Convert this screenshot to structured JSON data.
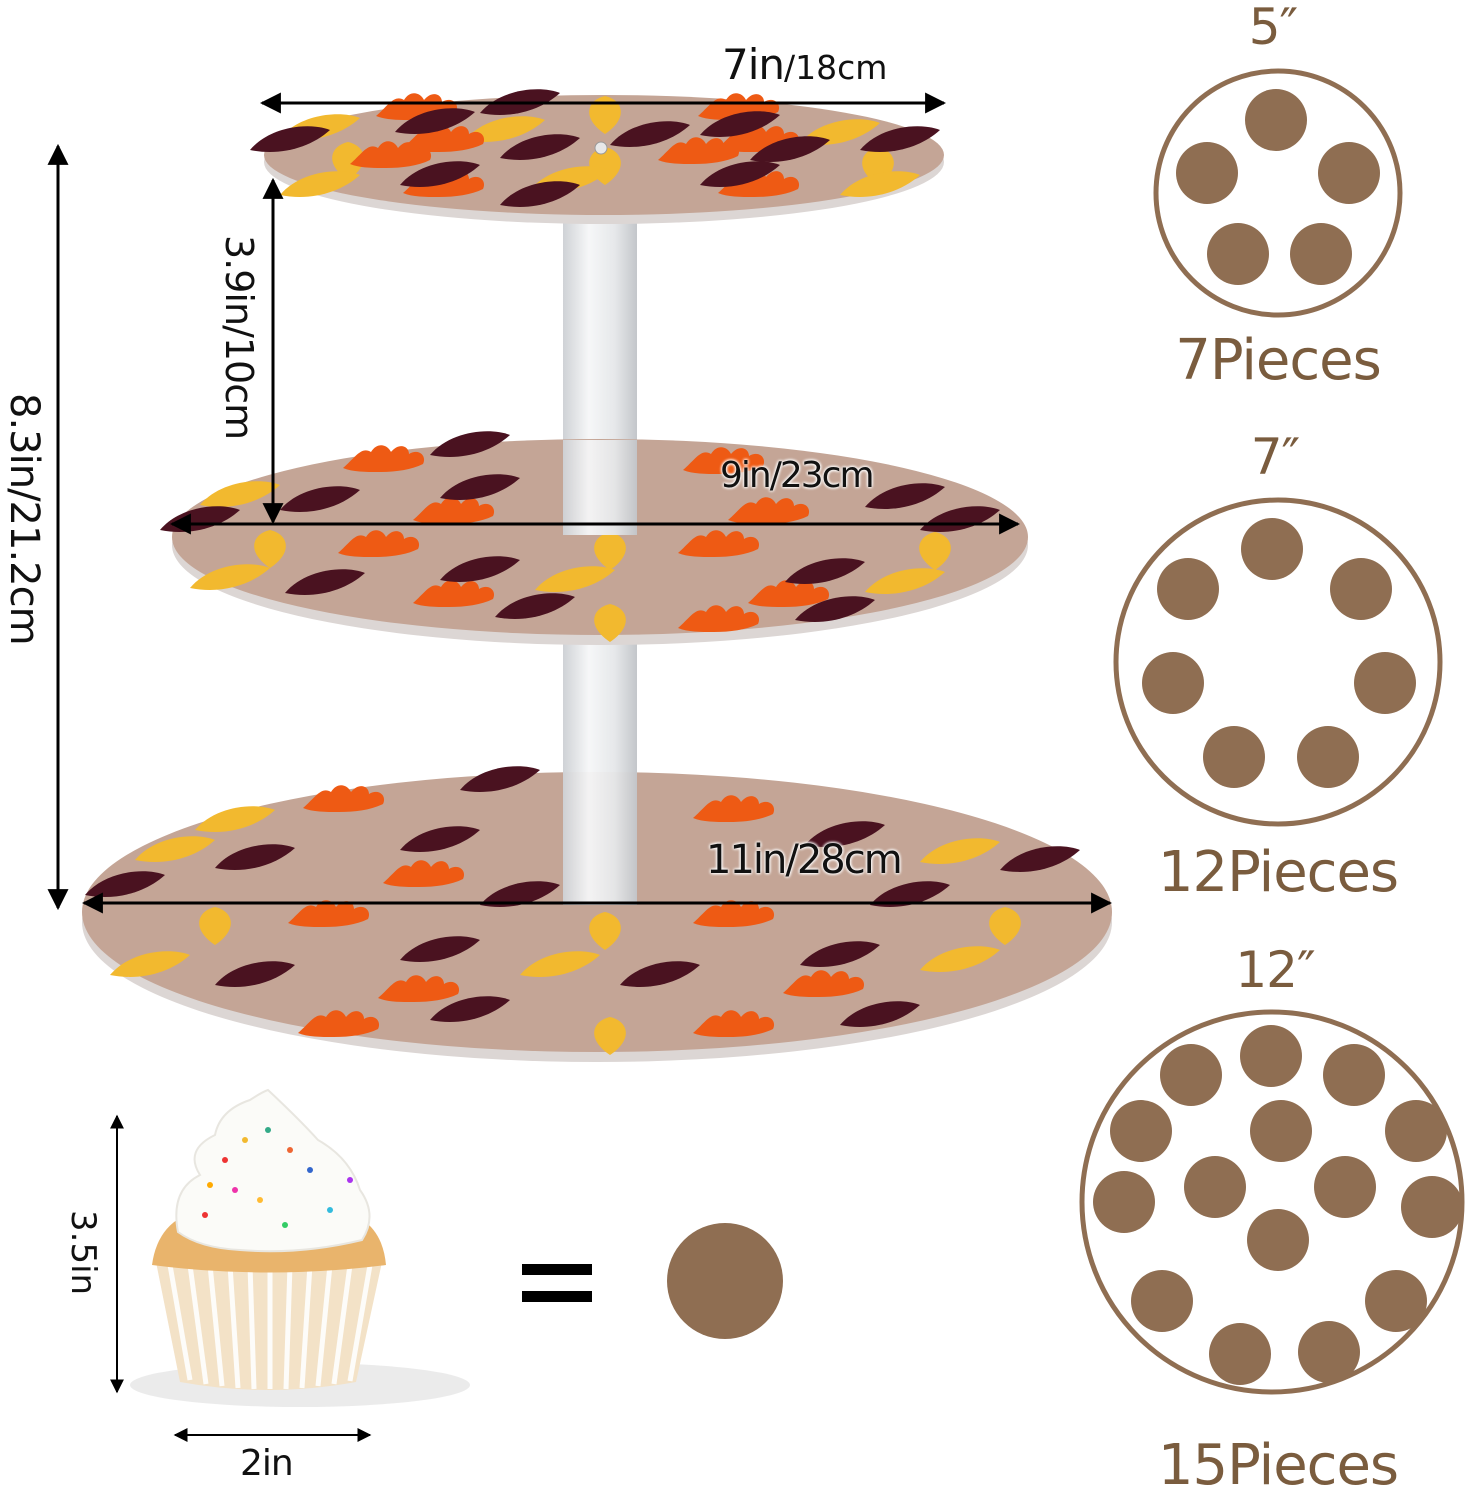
{
  "stand": {
    "tiers": [
      {
        "name": "top",
        "diameter_label_in": "7in",
        "diameter_label_cm": "/18cm"
      },
      {
        "name": "middle",
        "diameter_label": "9in/23cm"
      },
      {
        "name": "bottom",
        "diameter_label": "11in/28cm"
      }
    ],
    "tier_gap_label": "3.9in/10cm",
    "total_height_label": "8.3in/21.2cm",
    "plate_color": "#c4a596",
    "leaf_colors": {
      "yellow": "#f2b92f",
      "orange": "#ee5a14",
      "maroon": "#4a1220"
    }
  },
  "cupcake": {
    "height_label": "3.5in",
    "width_label": "2in",
    "equals_symbol": "=",
    "token_color": "#8f6e52"
  },
  "capacity": [
    {
      "size": "5″",
      "pieces": "7Pieces",
      "dots": 5
    },
    {
      "size": "7″",
      "pieces": "12Pieces",
      "dots": 7
    },
    {
      "size": "12″",
      "pieces": "15Pieces",
      "dots": 15
    }
  ],
  "accent_color": "#7a5c3e"
}
